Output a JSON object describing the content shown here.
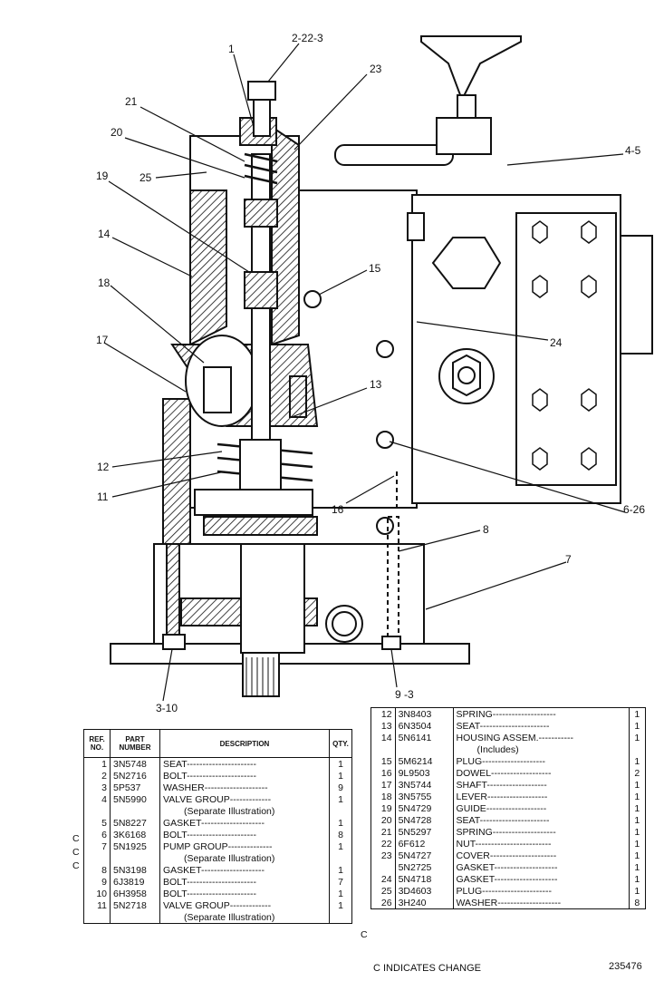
{
  "callouts": [
    "1",
    "2-22-3",
    "23",
    "21",
    "20",
    "25",
    "19",
    "14",
    "15",
    "4-5",
    "18",
    "17",
    "13",
    "24",
    "12",
    "11",
    "16",
    "6-26",
    "8",
    "7",
    "3-10",
    "9 -3"
  ],
  "left_table": {
    "headers": [
      "REF.\nNO.",
      "PART\nNUMBER",
      "DESCRIPTION",
      "QTY."
    ],
    "rows": [
      {
        "ref": "1",
        "part": "3N5748",
        "desc": "SEAT----------------------",
        "qty": "1"
      },
      {
        "ref": "2",
        "part": "5N2716",
        "desc": "BOLT----------------------",
        "qty": "1"
      },
      {
        "ref": "3",
        "part": "5P537",
        "desc": "WASHER--------------------",
        "qty": "9"
      },
      {
        "ref": "4",
        "part": "5N5990",
        "desc": "VALVE GROUP-------------",
        "qty": "1"
      },
      {
        "ref": "",
        "part": "",
        "desc": "(Separate Illustration)",
        "qty": ""
      },
      {
        "ref": "5",
        "part": "5N8227",
        "desc": "GASKET--------------------",
        "qty": "1"
      },
      {
        "ref": "6",
        "part": "3K6168",
        "desc": "BOLT----------------------",
        "qty": "8"
      },
      {
        "ref": "7",
        "part": "5N1925",
        "desc": "PUMP GROUP--------------",
        "qty": "1"
      },
      {
        "ref": "",
        "part": "",
        "desc": "(Separate Illustration)",
        "qty": ""
      },
      {
        "ref": "8",
        "part": "5N3198",
        "desc": "GASKET--------------------",
        "qty": "1"
      },
      {
        "ref": "9",
        "part": "6J3819",
        "desc": "BOLT----------------------",
        "qty": "7"
      },
      {
        "ref": "10",
        "part": "6H3958",
        "desc": "BOLT----------------------",
        "qty": "1"
      },
      {
        "ref": "11",
        "part": "5N2718",
        "desc": "VALVE GROUP-------------",
        "qty": "1"
      },
      {
        "ref": "",
        "part": "",
        "desc": "(Separate Illustration)",
        "qty": ""
      }
    ],
    "change_marks": [
      "C",
      "C",
      "C"
    ]
  },
  "right_table": {
    "rows": [
      {
        "ref": "12",
        "part": "3N8403",
        "desc": "SPRING--------------------",
        "qty": "1"
      },
      {
        "ref": "13",
        "part": "6N3504",
        "desc": "SEAT----------------------",
        "qty": "1"
      },
      {
        "ref": "14",
        "part": "5N6141",
        "desc": "HOUSING ASSEM.-----------",
        "qty": "1"
      },
      {
        "ref": "",
        "part": "",
        "desc": "(Includes)",
        "qty": ""
      },
      {
        "ref": "15",
        "part": "5M6214",
        "desc": "PLUG--------------------",
        "qty": "1"
      },
      {
        "ref": "16",
        "part": "9L9503",
        "desc": "DOWEL-------------------",
        "qty": "2"
      },
      {
        "ref": "17",
        "part": "3N5744",
        "desc": "SHAFT-------------------",
        "qty": "1"
      },
      {
        "ref": "18",
        "part": "3N5755",
        "desc": "LEVER-------------------",
        "qty": "1"
      },
      {
        "ref": "19",
        "part": "5N4729",
        "desc": "GUIDE-------------------",
        "qty": "1"
      },
      {
        "ref": "20",
        "part": "5N4728",
        "desc": "SEAT----------------------",
        "qty": "1"
      },
      {
        "ref": "21",
        "part": "5N5297",
        "desc": "SPRING--------------------",
        "qty": "1"
      },
      {
        "ref": "22",
        "part": "6F612",
        "desc": "NUT------------------------",
        "qty": "1"
      },
      {
        "ref": "23",
        "part": "5N4727",
        "desc": "COVER---------------------",
        "qty": "1"
      },
      {
        "ref": "",
        "part": "5N2725",
        "desc": "GASKET--------------------",
        "qty": "1"
      },
      {
        "ref": "24",
        "part": "5N4718",
        "desc": "GASKET--------------------",
        "qty": "1"
      },
      {
        "ref": "25",
        "part": "3D4603",
        "desc": "PLUG----------------------",
        "qty": "1"
      },
      {
        "ref": "26",
        "part": "3H240",
        "desc": "WASHER--------------------",
        "qty": "8"
      }
    ],
    "change_mark": "C"
  },
  "footer": {
    "note": "C  INDICATES CHANGE",
    "drawing_no": "235476"
  }
}
